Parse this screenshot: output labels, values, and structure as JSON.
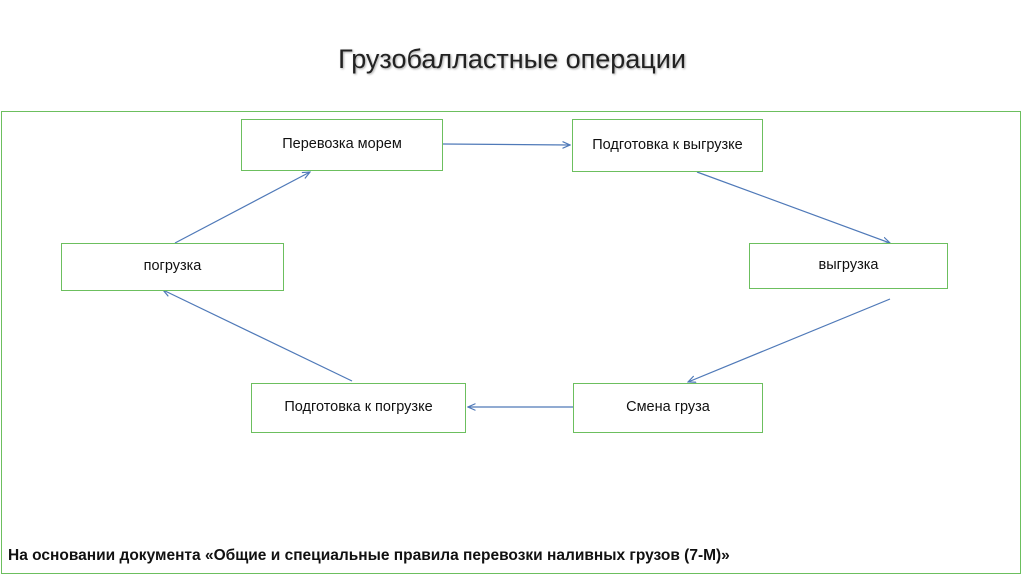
{
  "title": "Грузобалластные операции",
  "nodes": {
    "sea": "Перевозка морем",
    "prep_unload": "Подготовка к выгрузке",
    "load": "погрузка",
    "unload": "выгрузка",
    "prep_load": "Подготовка к погрузке",
    "change": "Смена груза"
  },
  "footnote": "На основании документа «Общие и специальные правила перевозки наливных грузов (7-М)»",
  "colors": {
    "box_border": "#6cbf5e",
    "arrow": "#4f79b8"
  }
}
